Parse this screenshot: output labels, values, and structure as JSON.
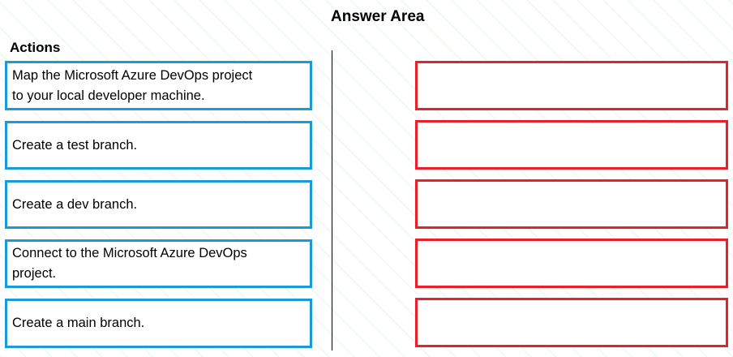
{
  "header": {
    "title": "Answer Area"
  },
  "actions": {
    "heading": "Actions",
    "items": [
      {
        "label": "Map the Microsoft Azure DevOps project\nto your local developer machine."
      },
      {
        "label": "Create a test branch."
      },
      {
        "label": "Create a dev branch."
      },
      {
        "label": "Connect to the Microsoft Azure DevOps\nproject."
      },
      {
        "label": "Create a main branch."
      }
    ]
  },
  "answer_area": {
    "slot_count": 5
  },
  "colors": {
    "action_border": "#1a9ad6",
    "slot_border": "#e8202a",
    "watermark": "#aae1b9"
  }
}
